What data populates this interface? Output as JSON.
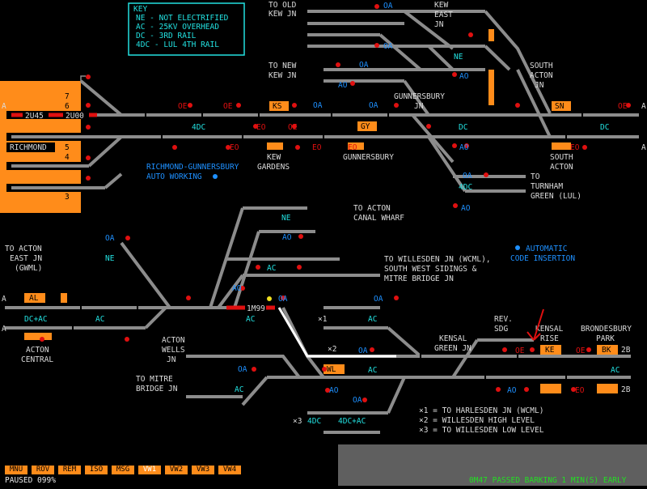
{
  "key": {
    "title": "KEY",
    "lines": [
      "NE  - NOT ELECTRIFIED",
      "AC  - 25KV OVERHEAD",
      "DC  - 3RD RAIL",
      "4DC - LUL 4TH RAIL"
    ]
  },
  "places": {
    "to_old_kew_1": "TO OLD",
    "to_old_kew_2": "KEW JN",
    "kew_east_1": "KEW",
    "kew_east_2": "EAST",
    "kew_east_3": "JN",
    "to_new_kew_1": "TO NEW",
    "to_new_kew_2": "KEW JN",
    "south_acton_jn_1": "SOUTH",
    "south_acton_jn_2": "ACTON",
    "south_acton_jn_3": "JN",
    "gunnersbury_jn_1": "GUNNERSBURY",
    "gunnersbury_jn_2": "JN",
    "richmond": "RICHMOND",
    "kew_gardens_1": "KEW",
    "kew_gardens_2": "GARDENS",
    "gunnersbury": "GUNNERSBURY",
    "south_acton_1": "SOUTH",
    "south_acton_2": "ACTON",
    "auto_working_1": "RICHMOND-GUNNERSBURY",
    "auto_working_2": "AUTO WORKING",
    "turnham_1": "TO",
    "turnham_2": "TURNHAM",
    "turnham_3": "GREEN (LUL)",
    "acton_canal_1": "TO ACTON",
    "acton_canal_2": "CANAL WHARF",
    "acton_east_1": "TO ACTON",
    "acton_east_2": "EAST JN",
    "acton_east_3": "(GWML)",
    "auto_code_1": "AUTOMATIC",
    "auto_code_2": "CODE INSERTION",
    "willesden_wcml_1": "TO WILLESDEN JN (WCML),",
    "willesden_wcml_2": "SOUTH WEST SIDINGS &",
    "willesden_wcml_3": "MITRE BRIDGE JN",
    "acton_central_1": "ACTON",
    "acton_central_2": "CENTRAL",
    "acton_wells_1": "ACTON",
    "acton_wells_2": "WELLS",
    "acton_wells_3": "JN",
    "rev_sdg_1": "REV.",
    "rev_sdg_2": "SDG",
    "kensal_green_1": "KENSAL",
    "kensal_green_2": "GREEN JN",
    "kensal_rise_1": "KENSAL",
    "kensal_rise_2": "RISE",
    "brondesbury_1": "BRONDESBURY",
    "brondesbury_2": "PARK",
    "mitre_bridge_1": "TO MITRE",
    "mitre_bridge_2": "BRIDGE JN",
    "x1": "×1",
    "x2": "×2",
    "x3": "×3",
    "note_x1": "×1 = TO HARLESDEN JN (WCML)",
    "note_x2": "×2 = WILLESDEN HIGH LEVEL",
    "note_x3": "×3 = TO WILLESDEN LOW LEVEL",
    "edge_a1": "A",
    "edge_a2": "A",
    "edge_a3": "A",
    "edge_a4": "A",
    "edge_a5": "A",
    "edge_2b1": "2B",
    "edge_2b2": "2B"
  },
  "electrification": {
    "ne1": "NE",
    "ne2": "NE",
    "ne3": "NE",
    "dc4_1": "4DC",
    "dc4_2": "4DC",
    "dc4_3": "4DC",
    "dc1": "DC",
    "dc2": "DC",
    "ac_canal": "AC",
    "ac_west1": "AC",
    "ac_west2": "AC",
    "ac_mid": "AC",
    "dcac": "DC+AC",
    "ac_x1": "AC",
    "ac_x2": "AC",
    "ac_bottom": "AC",
    "ac_east": "AC",
    "dc4ac": "4DC+AC"
  },
  "platforms": {
    "p7": "7",
    "p6": "6",
    "p5": "5",
    "p4": "4",
    "p3": "3",
    "ks": "KS",
    "gy": "GY",
    "sn": "SN",
    "al": "AL",
    "ke": "KE",
    "bk": "BK"
  },
  "train_headcodes": {
    "t1": "2U45",
    "t2": "2U00",
    "t3": "1M99"
  },
  "route_codes": {
    "oa": "OA",
    "ao": "AO",
    "oe": "OE",
    "eo": "EO"
  },
  "toolbar": [
    "MNU",
    "ROV",
    "REM",
    "ISO",
    "MSG",
    "VW1",
    "VW2",
    "VW3",
    "VW4"
  ],
  "toolbar_active": "VW1",
  "status": {
    "paused": "PAUSED 099%",
    "message": "0M47 PASSED BARKING 1 MIN(S) EARLY"
  },
  "colors": {
    "background": "#000000",
    "track": "#8c8c8c",
    "platform": "#ff8c1a",
    "signal_red": "#e01010",
    "label_blue": "#1e90ff",
    "label_cyan": "#22e0e0",
    "status_green": "#22e022",
    "message_panel": "#5f5f5f"
  }
}
